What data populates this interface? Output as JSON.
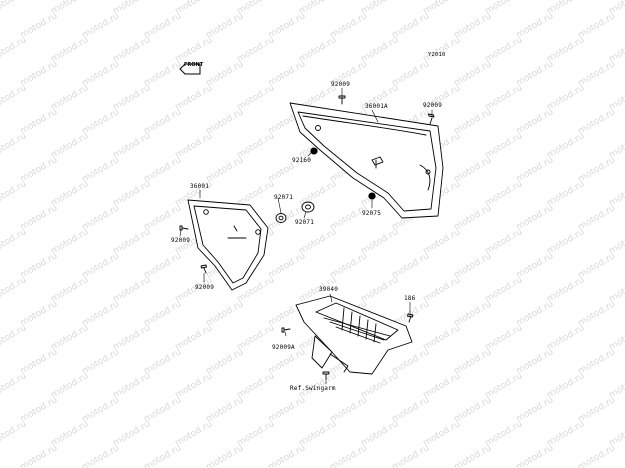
{
  "watermark": {
    "text": "motod.ru",
    "color": "#d9d9d9"
  },
  "frame_code": "Y2010",
  "front_badge": "FRONT",
  "callouts": {
    "p92009_top": "92009",
    "p36001A": "36001A",
    "p92009_right": "92009",
    "p92160": "92160",
    "p92075": "92075",
    "p36001": "36001",
    "p92071_upper": "92071",
    "p92071_lower": "92071",
    "p92009_left": "92009",
    "p92009_bottom": "92009",
    "p39040": "39040",
    "p186": "186",
    "p92009A": "92009A",
    "ref_swingarm": "Ref.Swingarm"
  }
}
